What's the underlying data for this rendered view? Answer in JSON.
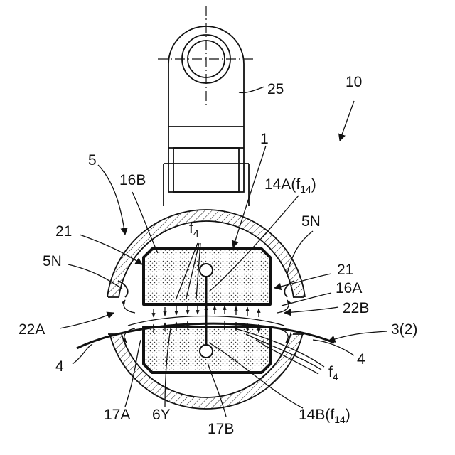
{
  "labels": {
    "l10": "10",
    "l25": "25",
    "l1": "1",
    "l5": "5",
    "l16B": "16B",
    "l14A": "14A(f",
    "l14A_sub": "14",
    "l14A_close": ")",
    "l21_left": "21",
    "l5N_right": "5N",
    "l5N_left": "5N",
    "lf4_top": "f",
    "lf4_top_sub": "4",
    "l21_right": "21",
    "l16A": "16A",
    "l22B": "22B",
    "l22A": "22A",
    "l3_2": "3(2)",
    "l4_left": "4",
    "l4_right": "4",
    "lf4_bot": "f",
    "lf4_bot_sub": "4",
    "l17A": "17A",
    "l6Y": "6Y",
    "l17B": "17B",
    "l14B": "14B(f",
    "l14B_sub": "14",
    "l14B_close": ")"
  }
}
